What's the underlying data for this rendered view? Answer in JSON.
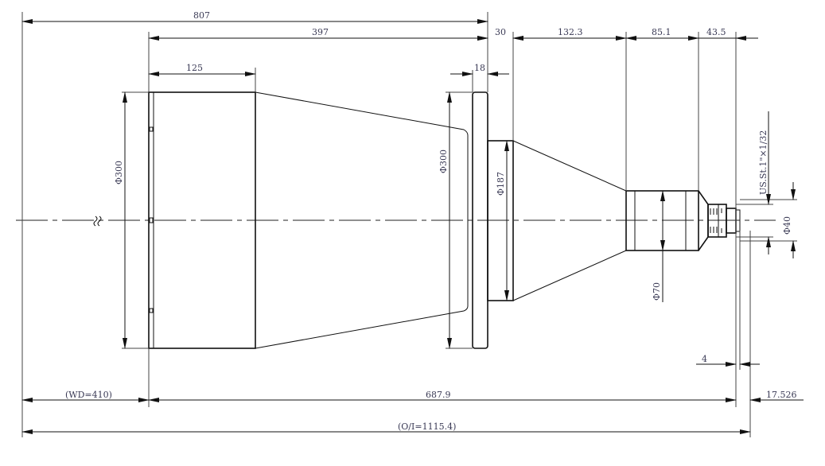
{
  "drawing": {
    "dims": {
      "total_length": "807",
      "lens_length": "397",
      "front_barrel": "125",
      "flange_gap": "30",
      "cone_length": "132.3",
      "cylinder_length": "85.1",
      "rear_length": "43.5",
      "flange_thickness": "18",
      "front_dia": "Φ300",
      "flange_dia": "Φ300",
      "neck_dia": "Φ187",
      "body_dia": "Φ70",
      "mount_dia": "Φ40",
      "thread": "US.St.1\"×1/32",
      "back_offset": "4",
      "working_distance": "(WD=410)",
      "optical_length": "687.9",
      "flange_back": "17.526",
      "object_image": "(O/I=1115.4)"
    },
    "colors": {
      "line": "#111111",
      "text": "#3a3a55"
    }
  }
}
